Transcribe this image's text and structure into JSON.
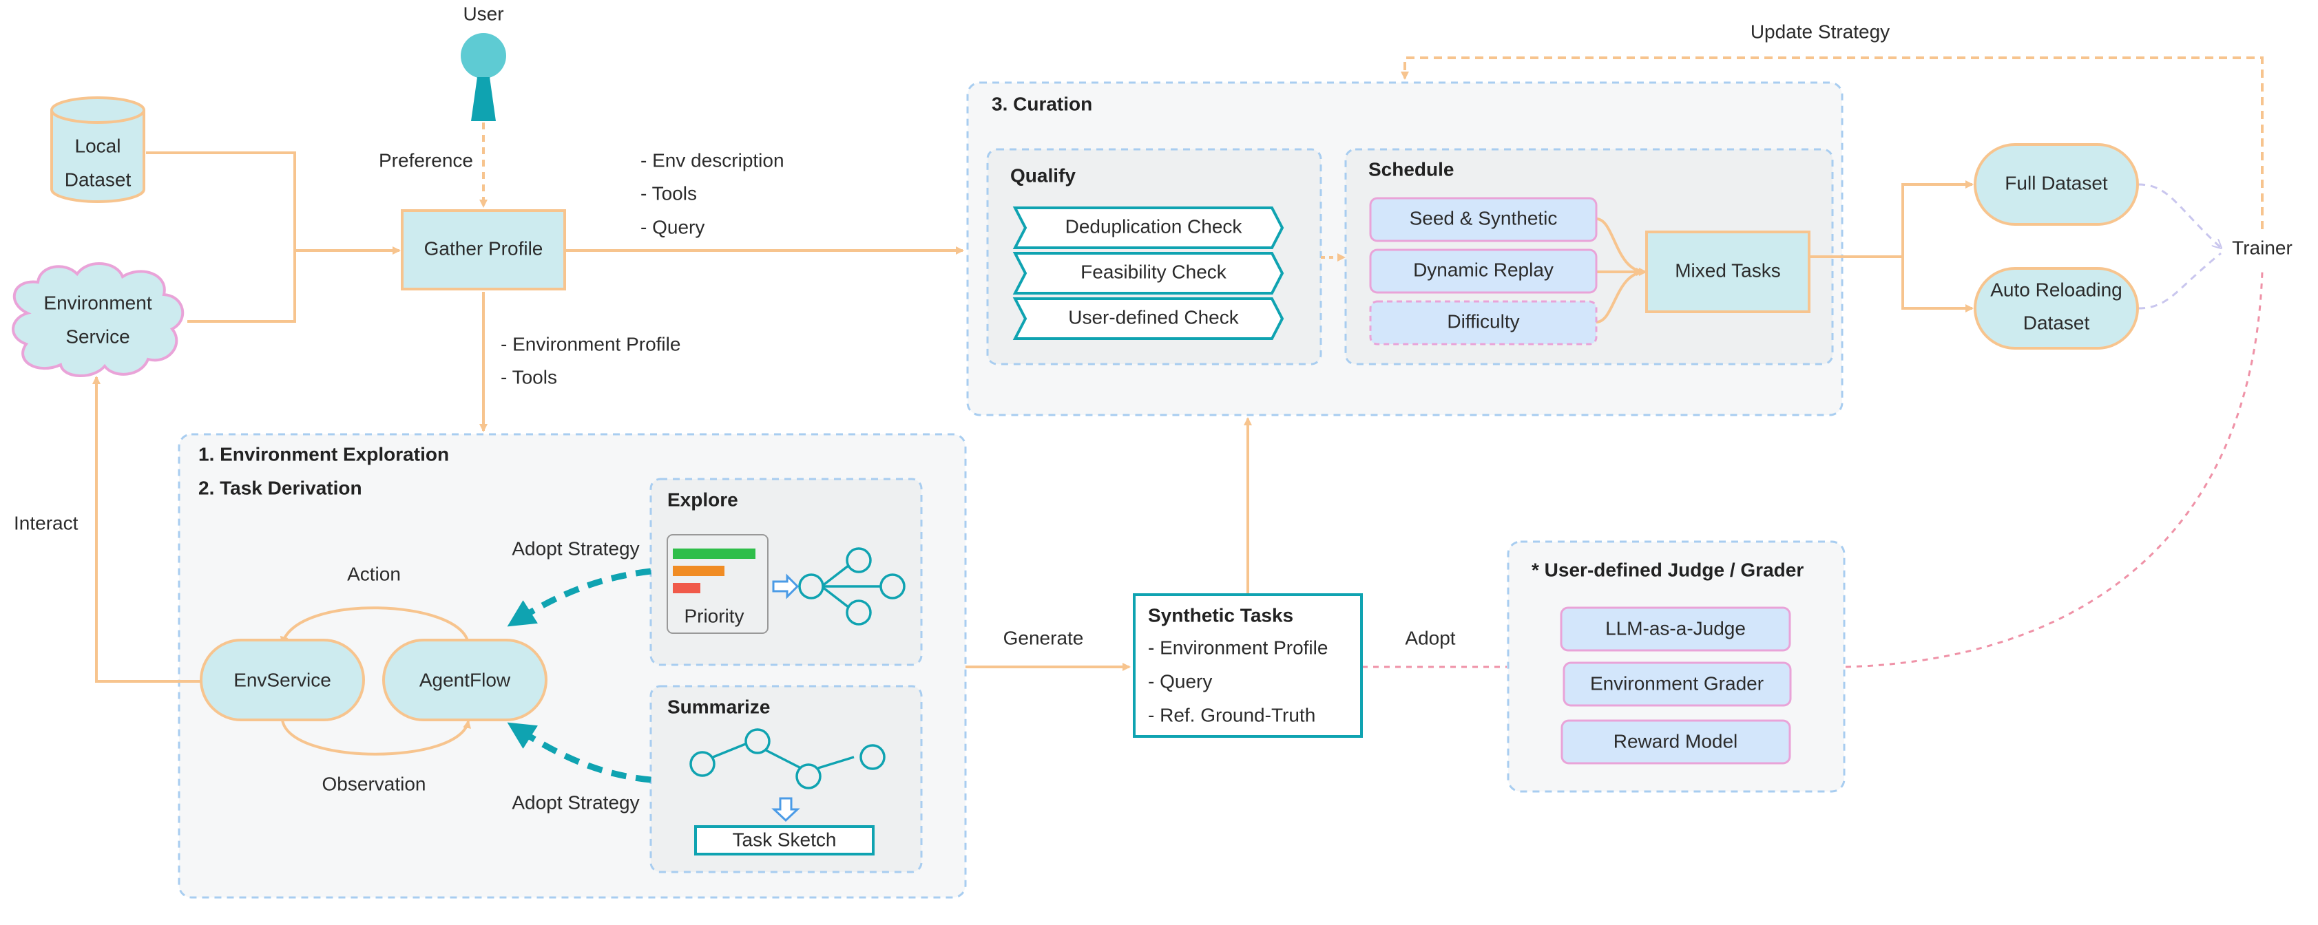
{
  "user": {
    "label": "User",
    "preference": "Preference"
  },
  "sources": {
    "local_dataset_line1": "Local",
    "local_dataset_line2": "Dataset",
    "env_service_line1": "Environment",
    "env_service_line2": "Service"
  },
  "gather_profile": "Gather Profile",
  "profile_outputs": [
    "- Env description",
    "- Tools",
    "- Query"
  ],
  "profile_down": [
    "- Environment Profile",
    "- Tools"
  ],
  "interact": "Interact",
  "exploration": {
    "title1": "1. Environment Exploration",
    "title2": "2. Task Derivation",
    "action": "Action",
    "observation": "Observation",
    "env_service": "EnvService",
    "agent_flow": "AgentFlow",
    "adopt_strategy_top": "Adopt Strategy",
    "adopt_strategy_bottom": "Adopt Strategy",
    "explore_title": "Explore",
    "priority": "Priority",
    "summarize_title": "Summarize",
    "task_sketch": "Task Sketch"
  },
  "generate": "Generate",
  "synthetic_tasks": {
    "title": "Synthetic Tasks",
    "items": [
      "- Environment Profile",
      "- Query",
      "- Ref. Ground-Truth"
    ]
  },
  "adopt": "Adopt",
  "judge": {
    "title": "* User-defined Judge / Grader",
    "items": [
      "LLM-as-a-Judge",
      "Environment Grader",
      "Reward Model"
    ]
  },
  "curation": {
    "title": "3. Curation",
    "qualify_title": "Qualify",
    "qualify_items": [
      "Deduplication Check",
      "Feasibility Check",
      "User-defined Check"
    ],
    "schedule_title": "Schedule",
    "schedule_items": [
      "Seed & Synthetic",
      "Dynamic Replay",
      "Difficulty"
    ],
    "mixed_tasks": "Mixed Tasks"
  },
  "datasets": {
    "full": "Full Dataset",
    "auto_line1": "Auto Reloading",
    "auto_line2": "Dataset"
  },
  "trainer": "Trainer",
  "update_strategy": "Update Strategy",
  "colors": {
    "arrow": "#f7c48e",
    "teal": "#0fa3b1",
    "node_fill": "#cdebef",
    "blue_fill": "#d3e6fb",
    "pink_border": "#e9a3d8",
    "panel_fill": "#f6f7f8",
    "dash_blue": "#a8cdf0",
    "dash_pink": "#ef92a7"
  }
}
